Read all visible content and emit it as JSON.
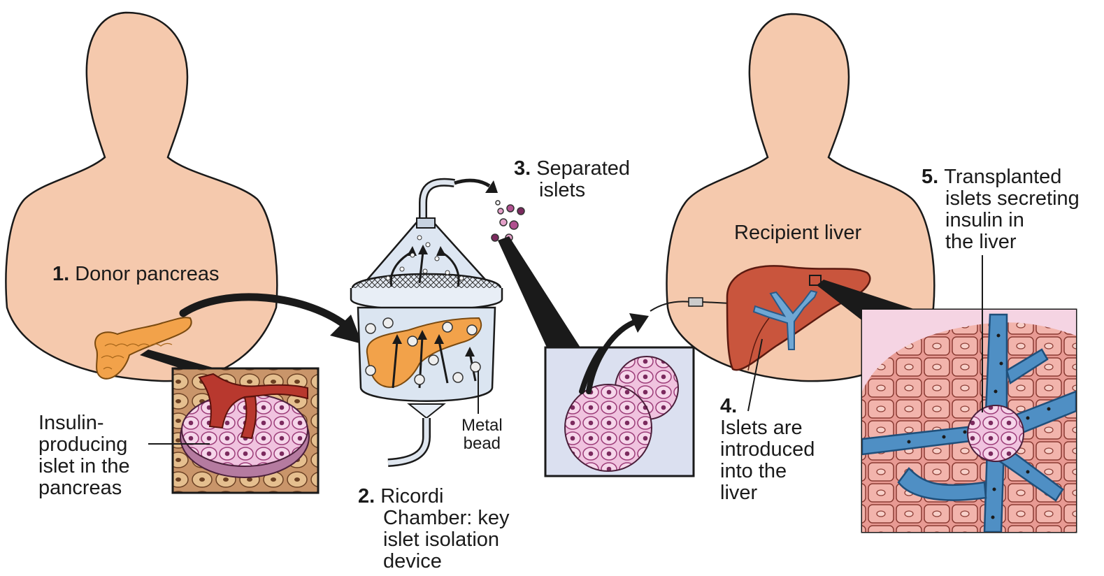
{
  "colors": {
    "skin": "#f5c9ad",
    "pancreas": "#f2a24a",
    "liver": "#c9553d",
    "vessel": "#4f8fc4",
    "islet": "#e3a0c8",
    "islet_dark": "#7b2a5e",
    "box_bg": "#dbe0f0",
    "tissue": "#e5948f"
  },
  "steps": {
    "s1": {
      "num": "1.",
      "text": "Donor pancreas"
    },
    "s2": {
      "num": "2.",
      "lines": [
        "Ricordi",
        "Chamber: key",
        "islet isolation",
        "device"
      ]
    },
    "s3": {
      "num": "3.",
      "lines": [
        "Separated",
        "islets"
      ]
    },
    "s4": {
      "num": "4.",
      "lines": [
        "Islets are",
        "introduced",
        "into the",
        "liver"
      ]
    },
    "s5": {
      "num": "5.",
      "lines": [
        "Transplanted",
        "islets secreting",
        "insulin in",
        "the liver"
      ]
    }
  },
  "labels": {
    "insulin_islet": [
      "Insulin-",
      "producing",
      "islet in the",
      "pancreas"
    ],
    "metal_bead": [
      "Metal",
      "bead"
    ],
    "recipient_liver": "Recipient liver"
  }
}
